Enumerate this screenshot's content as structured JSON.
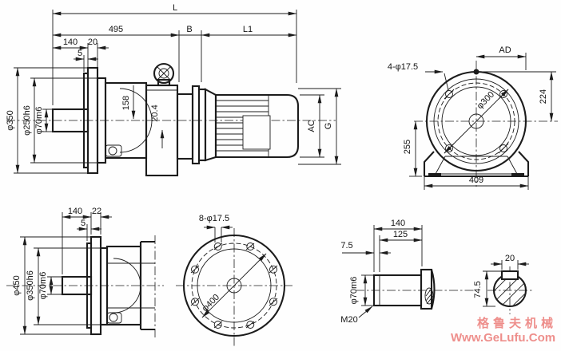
{
  "watermark": {
    "line1": "格鲁夫机械",
    "line2": "Www.GeLufu.Com",
    "color": "#ee8f8c"
  },
  "views": {
    "side_top": {
      "dims": {
        "L": "L",
        "len495": "495",
        "B": "B",
        "L1": "L1",
        "len140": "140",
        "len20": "20",
        "len5": "5",
        "h158": "158",
        "h204": "20.4",
        "phi350": "φ350",
        "phi250": "φ250h6",
        "phi70": "φ70m6",
        "AC": "AC",
        "G": "G"
      }
    },
    "front_top": {
      "dims": {
        "holes": "4-φ17.5",
        "AD": "AD",
        "phi300": "φ300",
        "h224": "224",
        "h255": "255",
        "w409": "409"
      }
    },
    "side_bottom": {
      "dims": {
        "len140": "140",
        "len22": "22",
        "len5": "5",
        "phi450": "φ450",
        "phi350": "φ350h6",
        "phi70": "φ70m6"
      }
    },
    "front_bottom": {
      "dims": {
        "holes": "8-φ17.5",
        "phi400": "φ400"
      }
    },
    "shaft_detail": {
      "dims": {
        "len140": "140",
        "len125": "125",
        "len75": "7.5",
        "phi70": "φ70m6",
        "thread": "M20"
      }
    },
    "shaft_section": {
      "dims": {
        "w20": "20",
        "h745": "74.5"
      }
    }
  }
}
